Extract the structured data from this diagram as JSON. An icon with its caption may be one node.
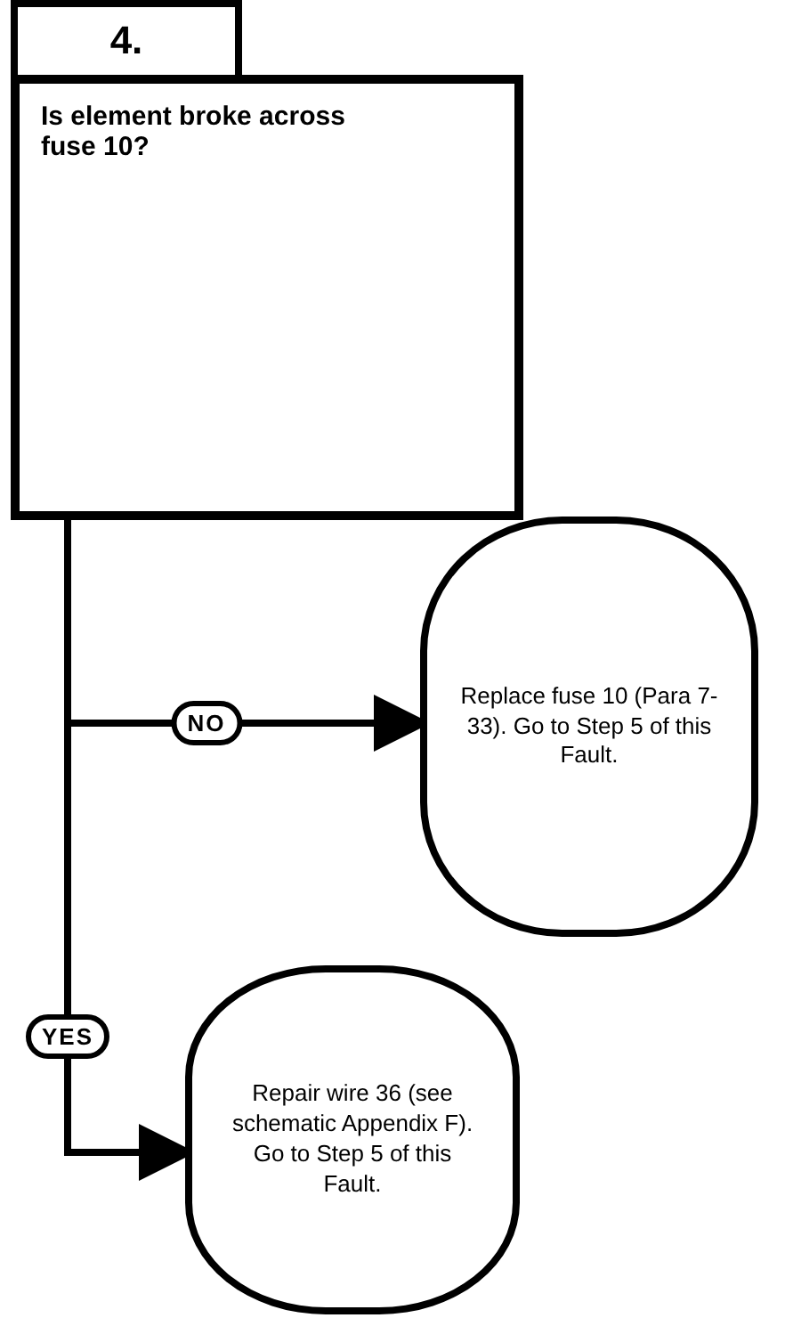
{
  "diagram": {
    "nodes": [
      {
        "text": [
          "4."
        ]
      },
      {
        "text": [
          "Is element broke across fuse 10?"
        ]
      },
      {
        "text": [
          "Replace fuse 10 (Para 7-33).  Go to Step 5 of this Fault."
        ]
      },
      {
        "text": [
          "Repair wire 36 (see schematic Appendix F).  Go to Step 5 of this Fault."
        ]
      }
    ],
    "edges": [
      {
        "from": 1,
        "to": 2,
        "arrow": "to",
        "label": "NO"
      },
      {
        "from": 1,
        "to": 3,
        "arrow": "to",
        "label": "YES"
      }
    ]
  }
}
